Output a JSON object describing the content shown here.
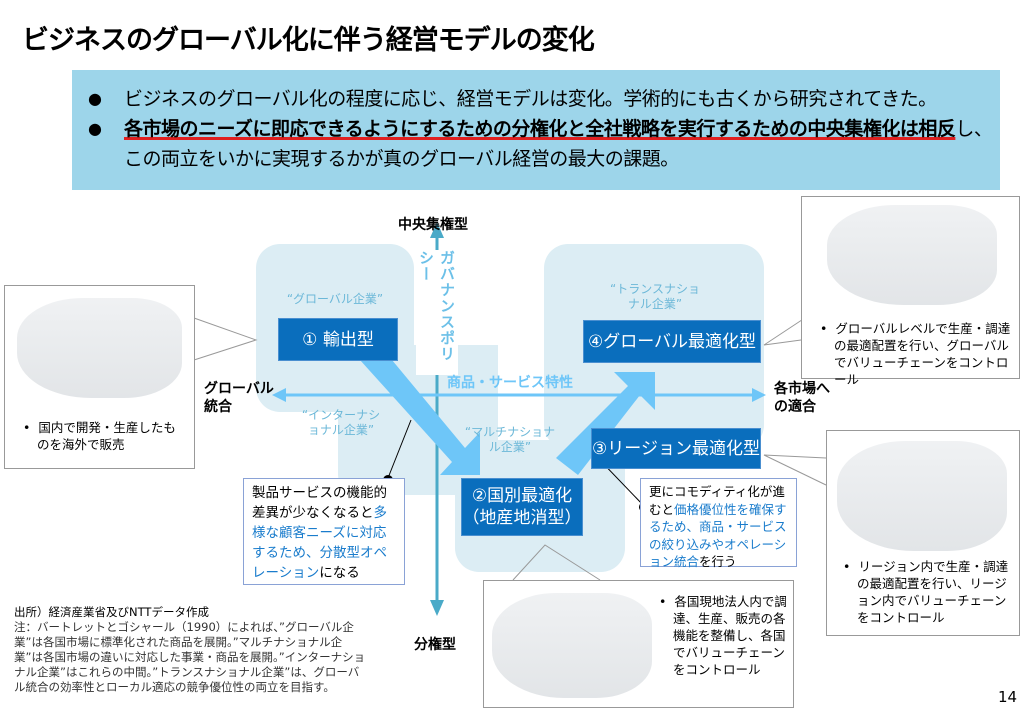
{
  "title": "ビジネスのグローバル化に伴う経営モデルの変化",
  "summary": {
    "bullet1": "ビジネスのグローバル化の程度に応じ、経営モデルは変化。学術的にも古くから研究されてきた。",
    "bullet2_emph": "各市場のニーズに即応できるようにするための分権化と全社戦略を実行するための中央集権化は相反",
    "bullet2_rest": "し、この両立をいかに実現するかが真のグローバル経営の最大の課題。"
  },
  "axes": {
    "top": "中央集権型",
    "bottom": "分権型",
    "left": "グローバル統合",
    "right": "各市場への適合",
    "vertical": "ガバナンスポリシー",
    "horizontal": "商品・サービス特性"
  },
  "corps": {
    "global": "“グローバル企業”",
    "trans": "“トランスナショナル企業”",
    "inter": "“インターナショナル企業”",
    "multi": "“マルチナショナル企業”"
  },
  "types": {
    "t1": "①  輸出型",
    "t2a": "②国別最適化",
    "t2b": "（地産地消型）",
    "t3": "③リージョン最適化型",
    "t4": "④グローバル最適化型"
  },
  "callout_left": {
    "a": "製品サービスの機能的差異が少なくなると",
    "b": "多様な顧客ニーズに対応するため、分散型オペレーション",
    "c": "になる"
  },
  "callout_right": {
    "a": "更にコモディティ化が進むと",
    "b": "価格優位性を確保するため、商品・サービスの絞り込みやオペレーション統合",
    "c": "を行う"
  },
  "maps": {
    "export": "国内で開発・生産したものを海外で販売",
    "global": "グローバルレベルで生産・調達の最適配置を行い、グローバルでバリューチェーンをコントロール",
    "region": "リージョン内で生産・調達の最適配置を行い、リージョン内でバリューチェーンをコントロール",
    "country": "各国現地法人内で調達、生産、販売の各機能を整備し、各国でバリューチェーンをコントロール"
  },
  "source": "出所）経済産業省及びNTTデータ作成",
  "note": "注：バートレットとゴシャール（1990）によれば、”グローバル企業”は各国市場に標準化された商品を展開。”マルチナショナル企業”は各国市場の違いに対応した事業・商品を展開。”インターナショナル企業”はこれらの中間。”トランスナショナル企業”は、グローバル統合の効率性とローカル適応の競争優位性の両立を目指す。",
  "page": "14",
  "colors": {
    "box": "#0a6ebd",
    "band": "#9dd5ea",
    "arrow": "#6ec6f8",
    "axis": "#4aaac8"
  }
}
